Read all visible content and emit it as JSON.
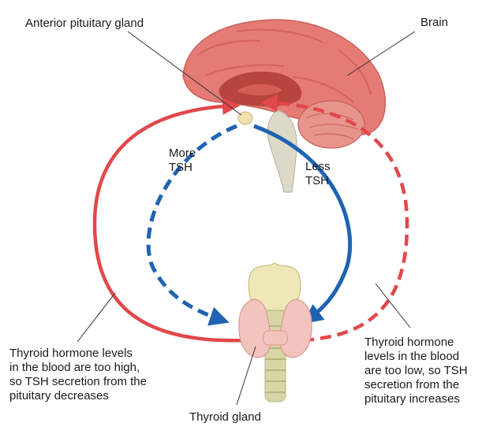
{
  "labels": {
    "anterior_pituitary": "Anterior pituitary gland",
    "brain": "Brain",
    "more_tsh": "More\nTSH",
    "less_tsh": "Less\nTSH",
    "too_high": "Thyroid hormone levels\nin the blood are too high,\nso TSH secretion from the\npituitary decreases",
    "too_low": "Thyroid hormone\nlevels in the blood\nare too low, so TSH\nsecretion from the\npituitary increases",
    "thyroid": "Thyroid gland"
  },
  "colors": {
    "red_arrow": "#e2474a",
    "blue_arrow": "#1f63b3",
    "brain": "#e57b75",
    "brain_dark": "#b8443e",
    "gland": "#efe2b0",
    "thyroid": "#f3c3bd",
    "trachea": "#d9d6a6"
  }
}
